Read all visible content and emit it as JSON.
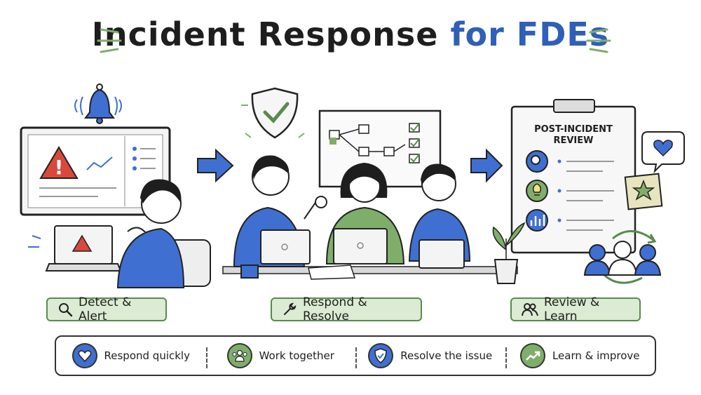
{
  "header": {
    "title_main": "Incident Response",
    "title_accent": "for FDEs"
  },
  "stages": [
    {
      "label": "Detect & Alert",
      "icon": "magnifier-icon"
    },
    {
      "label": "Respond & Resolve",
      "icon": "wrench-icon"
    },
    {
      "label": "Review & Learn",
      "icon": "people-icon"
    }
  ],
  "clipboard": {
    "title_line1": "POST-INCIDENT",
    "title_line2": "REVIEW"
  },
  "values": [
    {
      "label": "Respond quickly",
      "icon": "heart-icon",
      "color": "#3f6fd1"
    },
    {
      "label": "Work together",
      "icon": "team-icon",
      "color": "#7fae6b"
    },
    {
      "label": "Resolve the issue",
      "icon": "shield-check-icon",
      "color": "#3f6fd1"
    },
    {
      "label": "Learn & improve",
      "icon": "trend-up-icon",
      "color": "#7fae6b"
    }
  ],
  "colors": {
    "accent_blue": "#2f5fb8",
    "green": "#7fae6b",
    "alert_red": "#d9483b"
  }
}
